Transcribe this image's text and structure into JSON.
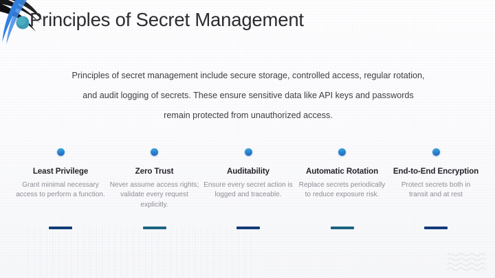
{
  "slide": {
    "title": "Principles of Secret Management",
    "intro": "Principles of secret management include secure storage, controlled access, regular rotation, and audit logging of secrets. These ensure sensitive data like API keys and passwords remain protected from unauthorized access.",
    "decorations": {
      "top_left": "swoosh-decoration",
      "bottom_right": "wave-pattern-decoration"
    },
    "colors": {
      "title_text": "#2c2c30",
      "body_text": "#3d3d42",
      "card_title_text": "#23232a",
      "card_desc_text": "#8d8d95",
      "dot_blue_light": "#3fa9e0",
      "dot_blue_dark": "#1d5fbd",
      "bar_navy": "#123c78",
      "bar_teal": "#1b6480",
      "swoosh_black": "#1a1a1d",
      "swoosh_blue": "#2f7fe0",
      "swoosh_circle": "#3d9ab4",
      "background": "#fbfbfd"
    },
    "cards": [
      {
        "title": "Least Privilege",
        "desc": "Grant minimal necessary access to perform a function.",
        "bar_color": "navy"
      },
      {
        "title": "Zero Trust",
        "desc": "Never assume access rights; validate every request explicitly.",
        "bar_color": "teal"
      },
      {
        "title": "Auditability",
        "desc": "Ensure every secret action is logged and traceable.",
        "bar_color": "navy"
      },
      {
        "title": "Automatic Rotation",
        "desc": "Replace secrets periodically to reduce exposure risk.",
        "bar_color": "teal"
      },
      {
        "title": "End-to-End Encryption",
        "desc": "Protect secrets both in transit and at rest",
        "bar_color": "navy"
      }
    ]
  }
}
